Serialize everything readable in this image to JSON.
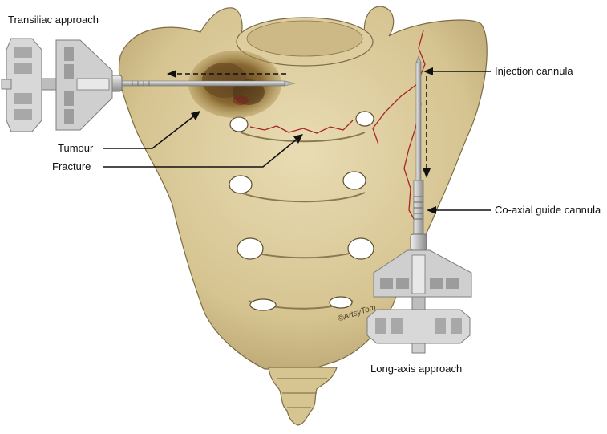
{
  "labels": {
    "transiliac": "Transiliac approach",
    "tumour": "Tumour",
    "fracture": "Fracture",
    "injection": "Injection cannula",
    "coaxial": "Co-axial guide cannula",
    "longaxis": "Long-axis approach",
    "signature": "©ArtsyTom"
  },
  "colors": {
    "bone": "#d8c79a",
    "bone_shadow": "#a89565",
    "bone_outline": "#7d6c45",
    "fracture": "#a8242a",
    "tumour": "#7a5a2c",
    "device": "#c9c9c9",
    "device_dark": "#8f8f8f"
  },
  "icons": {
    "sacrum": "sacrum-bone-illustration",
    "transiliac_device": "needle-device-icon",
    "longaxis_device": "needle-device-icon"
  }
}
